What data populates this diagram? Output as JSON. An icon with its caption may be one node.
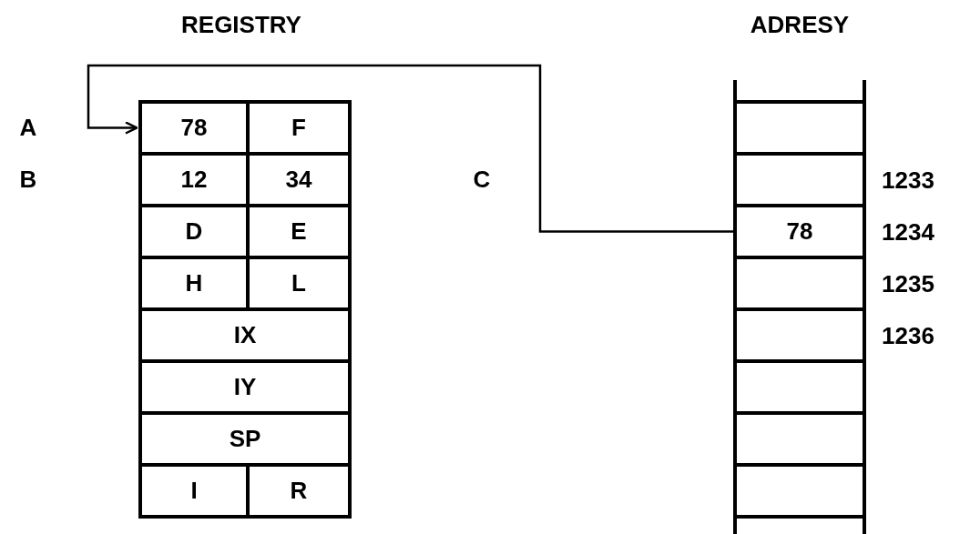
{
  "diagram": {
    "nodes": [
      {
        "text": [
          "78"
        ]
      },
      {
        "text": [
          "F"
        ]
      },
      {
        "text": [
          "12"
        ]
      },
      {
        "text": [
          "34"
        ]
      },
      {
        "text": [
          "D"
        ]
      },
      {
        "text": [
          "E"
        ]
      },
      {
        "text": [
          "H"
        ]
      },
      {
        "text": [
          "L"
        ]
      },
      {
        "text": [
          "IX"
        ]
      },
      {
        "text": [
          "IY"
        ]
      },
      {
        "text": [
          "SP"
        ]
      },
      {
        "text": [
          "I"
        ]
      },
      {
        "text": [
          "R"
        ]
      },
      {
        "text": [],
        "shape": "box"
      },
      {
        "text": [],
        "shape": "box",
        "beside": [
          "1233"
        ]
      },
      {
        "text": [
          "78"
        ],
        "beside": [
          "1234"
        ]
      },
      {
        "text": [],
        "shape": "box",
        "beside": [
          "1235"
        ]
      },
      {
        "text": [],
        "shape": "box",
        "beside": [
          "1236"
        ]
      },
      {
        "text": [],
        "shape": "box"
      },
      {
        "text": [],
        "shape": "box"
      },
      {
        "text": [],
        "shape": "box"
      }
    ],
    "edges": [
      {
        "from": 15,
        "to": 0,
        "arrow": "to"
      }
    ],
    "labels": [
      "REGISTRY",
      "ADRESY",
      "A",
      "B",
      "C"
    ]
  }
}
